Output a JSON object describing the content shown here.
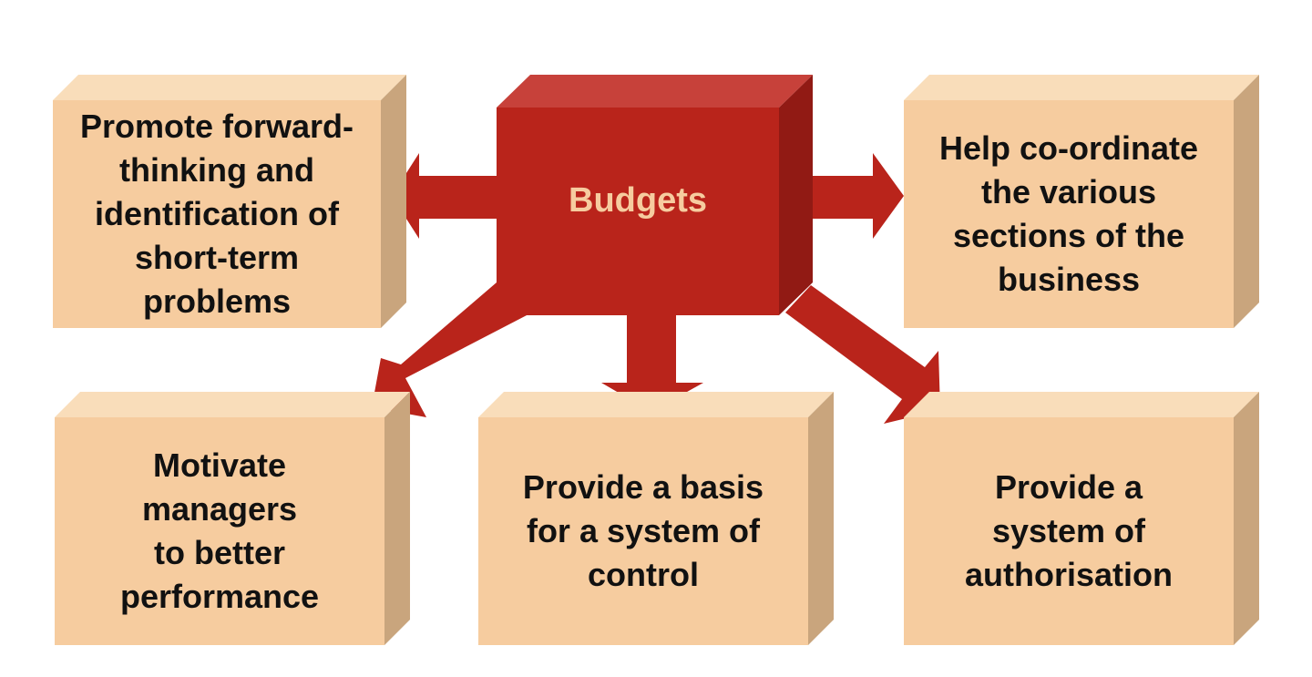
{
  "colors": {
    "box_front": "#F6CC9F",
    "box_top": "#F9DDBA",
    "box_side": "#C9A57D",
    "center_front": "#B9241B",
    "center_top": "#C7413A",
    "center_side": "#911A14",
    "arrow": "#B9241B",
    "center_text": "#F6CC9F",
    "box_text": "#111111"
  },
  "center": {
    "label": "Budgets"
  },
  "boxes": {
    "forward_thinking": "Promote forward-\nthinking and\nidentification of\nshort-term\nproblems",
    "coordinate": "Help co-ordinate\nthe various\nsections of the\nbusiness",
    "motivate": "Motivate\nmanagers\nto better\nperformance",
    "control": "Provide a basis\nfor a system of\ncontrol",
    "authorisation": "Provide a\nsystem of\nauthorisation"
  }
}
